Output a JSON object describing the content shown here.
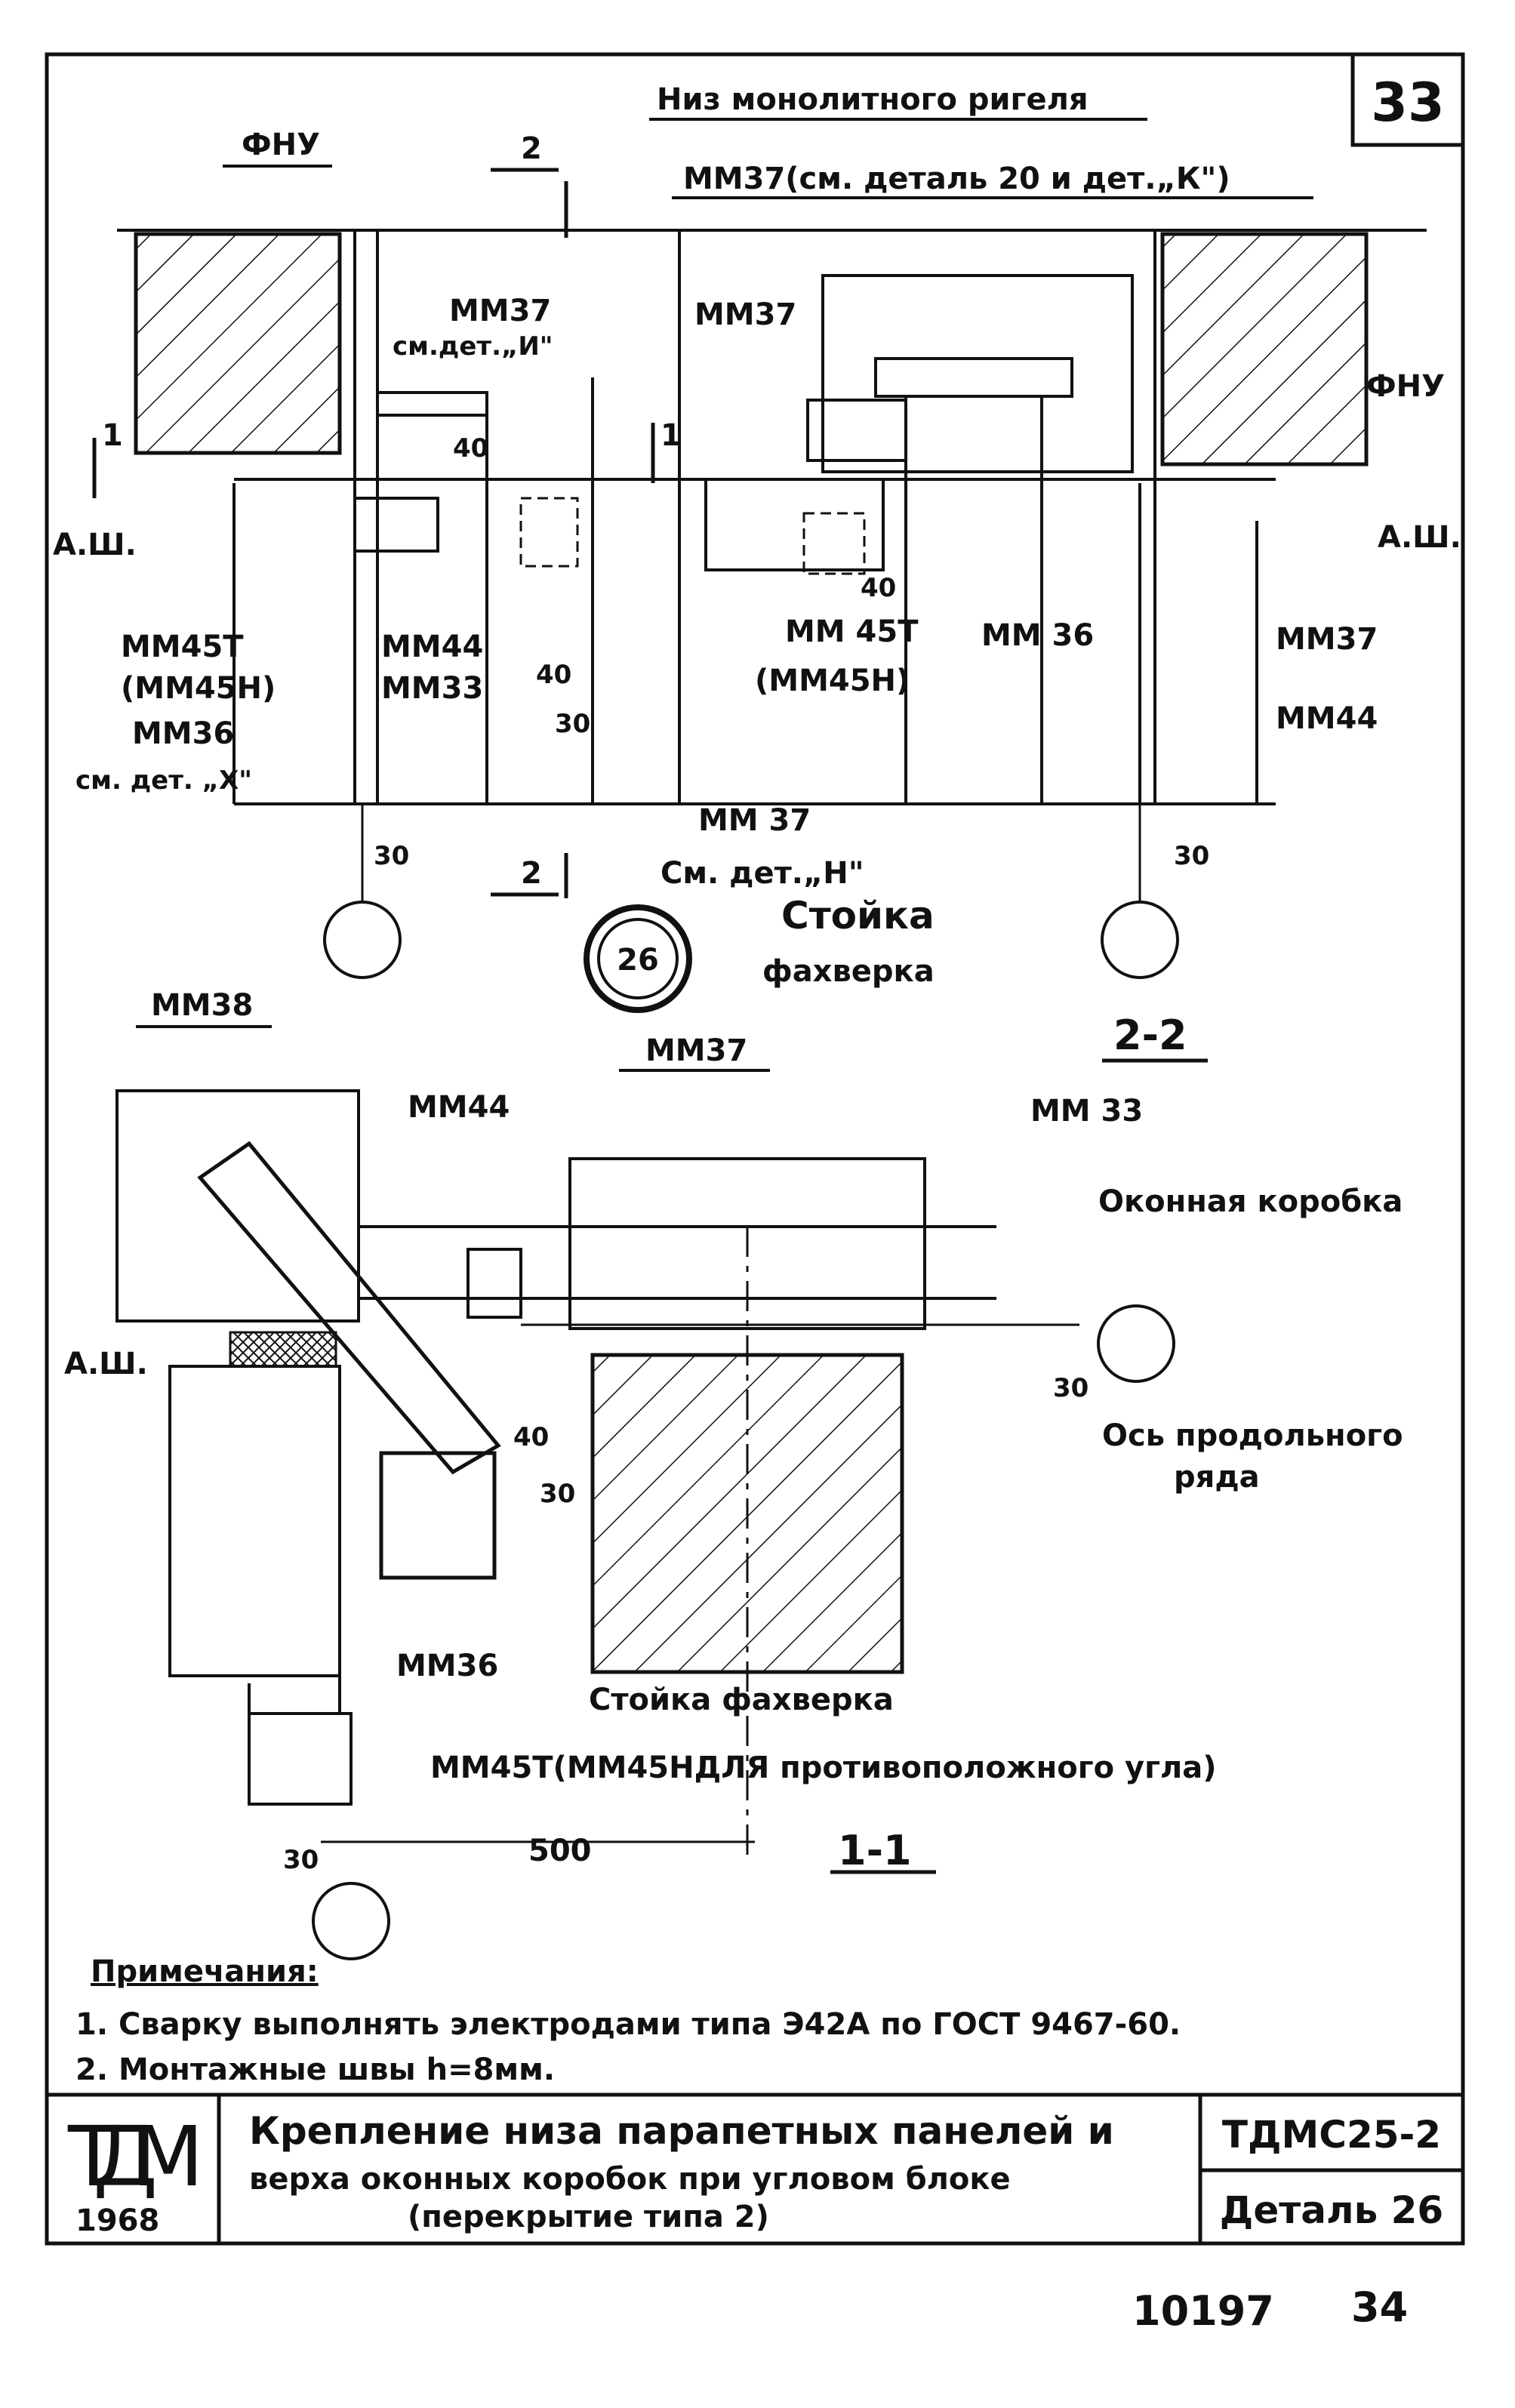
{
  "sheet_number": "33",
  "labels": {
    "niz_rigelya": "Низ монолитного ригеля",
    "mm37_see_20k": "ММ37(см. деталь 20 и дет.„К\")",
    "fnu_left": "ФНУ",
    "fnu_right": "ФНУ",
    "section2_top": "2",
    "section2_bottom": "2",
    "section1_left": "1",
    "section1_right": "1",
    "mm37_a": "ММ37",
    "see_det_i": "см.дет.„И\"",
    "mm37_b": "ММ37",
    "dim40_a": "40",
    "ash_left": "А.Ш.",
    "ash_right": "А.Ш.",
    "mm45t": "ММ45Т",
    "mm45h": "(ММ45Н)",
    "mm36_a": "ММ36",
    "see_det_x": "см. дет. „Х\"",
    "mm44_a": "ММ44",
    "mm33_a": "ММ33",
    "dim40_b": "40",
    "dim30_a": "30",
    "dim40_c": "40",
    "mm45t_b": "ММ 45Т",
    "mm45h_b": "(ММ45Н)",
    "mm36_b": "ММ 36",
    "mm37_right": "ММ37",
    "mm44_right": "ММ44",
    "mm37_bottom": "ММ 37",
    "see_det_h": "См. дет.„Н\"",
    "dim30_left": "30",
    "dim30_right": "30",
    "stoyka": "Стойка",
    "fachverka": "фахверка",
    "detail_no": "26",
    "mm38": "ММ38",
    "mm37_c": "ММ37",
    "sec22": "2-2",
    "mm44_c": "ММ44",
    "mm33_c": "ММ 33",
    "window_box": "Оконная коробка",
    "ash_mid": "А.Ш.",
    "dim30_vert": "30",
    "axis_long": "Ось продольного",
    "axis_row": "ряда",
    "dim40_d": "40",
    "dim30_d": "30",
    "mm36_c": "ММ36",
    "stoyka_fach": "Стойка фахверка",
    "mm45_opposite": "ММ45Т(ММ45НДЛЯ противоположного угла)",
    "dim30_e": "30",
    "dim500": "500",
    "sec11": "1-1"
  },
  "notes": {
    "title": "Примечания:",
    "items": [
      "1. Сварку выполнять электродами типа Э42А по ГОСТ 9467-60.",
      "2. Монтажные швы h=8мм."
    ]
  },
  "title_block": {
    "org_logo": "ТДМ",
    "year": "1968",
    "title_line1": "Крепление низа парапетных панелей и",
    "title_line2": "верха оконных коробок при угловом блоке",
    "title_line3": "(перекрытие типа 2)",
    "code": "ТДМС25-2",
    "detail": "Деталь 26"
  },
  "footer": {
    "archive_no": "10197",
    "page": "34"
  }
}
